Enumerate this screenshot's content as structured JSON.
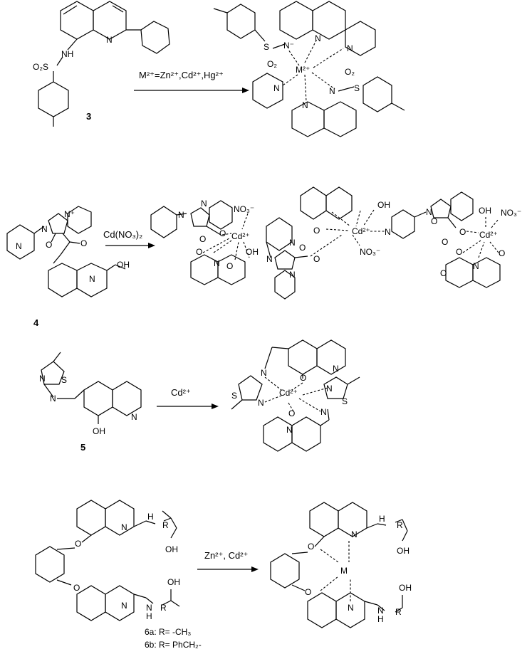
{
  "schemes": [
    {
      "compound": "3",
      "condition": "M²⁺=Zn²⁺,Cd²⁺,Hg²⁺",
      "reactant_labels": [
        "N",
        "NH",
        "O₂S"
      ],
      "product_labels": [
        "N⁻",
        "N",
        "N",
        "S",
        "O₂",
        "M²⁺",
        "N",
        "N",
        "N",
        "S",
        "O₂"
      ]
    },
    {
      "compound": "4",
      "condition": "Cd(NO₃)₂",
      "reactant_labels": [
        "N",
        "N",
        "N⁺",
        "O",
        "O",
        "N",
        "OH"
      ],
      "product_labels": [
        "N",
        "N",
        "O",
        "O",
        "Cd²⁺",
        "NO₃⁻",
        "OH",
        "O",
        "N",
        "O",
        "N",
        "N",
        "O",
        "N",
        "O",
        "O",
        "OH",
        "Cd²⁺",
        "NO₃⁻",
        "N",
        "N",
        "O",
        "O",
        "Cd²⁺",
        "OH",
        "NO₃⁻",
        "O",
        "O",
        "N",
        "O",
        "O"
      ]
    },
    {
      "compound": "5",
      "condition": "Cd²⁺",
      "reactant_labels": [
        "N",
        "S",
        "N",
        "N",
        "OH"
      ],
      "product_labels": [
        "N",
        "O",
        "N",
        "S",
        "N",
        "Cd²⁺",
        "N",
        "S",
        "O",
        "N",
        "N"
      ]
    },
    {
      "compound": "6",
      "condition": "Zn²⁺, Cd²⁺",
      "reactant_labels": [
        "N",
        "H",
        "R",
        "O",
        "OH",
        "N",
        "OH",
        "O",
        "N",
        "H",
        "R"
      ],
      "product_labels": [
        "N",
        "H",
        "R",
        "O",
        "OH",
        "M",
        "N",
        "OH",
        "O",
        "N",
        "H",
        "R"
      ],
      "legend": [
        "6a: R= -CH₃",
        "6b: R= PhCH₂-"
      ]
    }
  ]
}
